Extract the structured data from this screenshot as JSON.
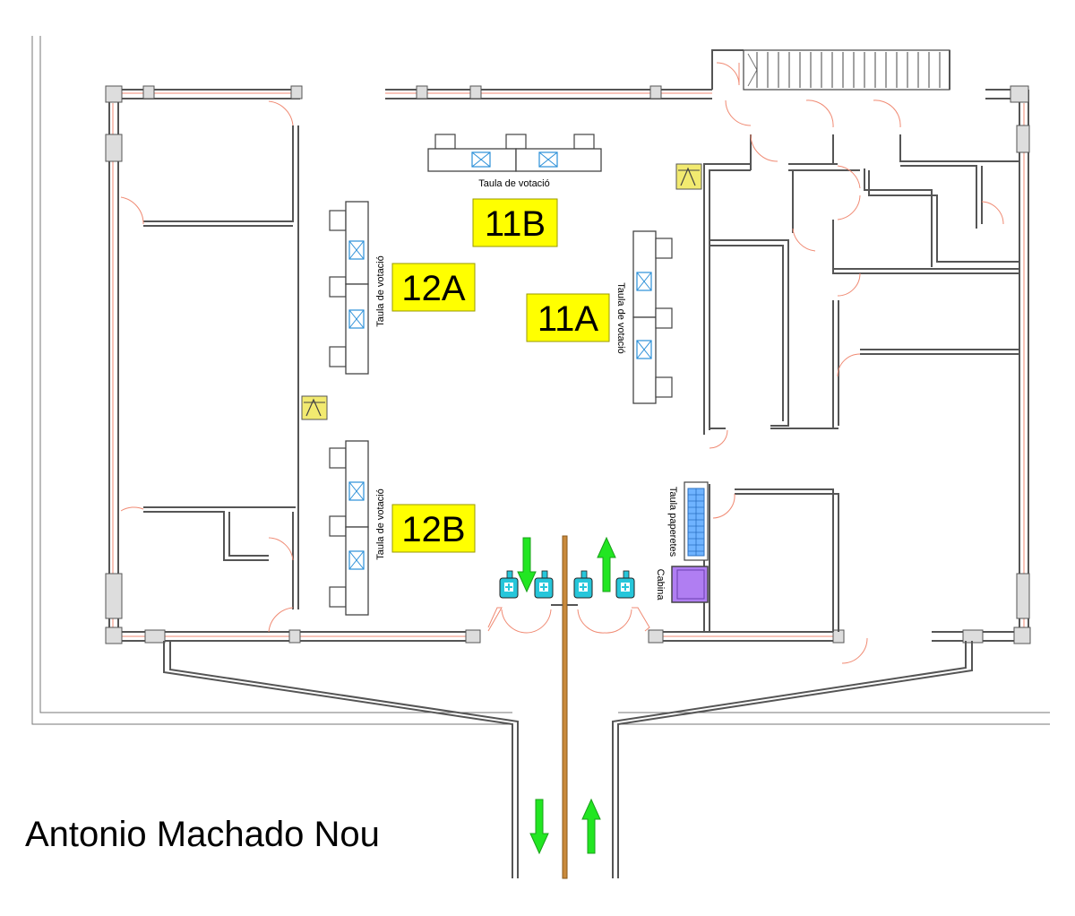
{
  "title": "Antonio Machado Nou",
  "stations": [
    {
      "id": "11B",
      "label": "11B"
    },
    {
      "id": "12A",
      "label": "12A"
    },
    {
      "id": "11A",
      "label": "11A"
    },
    {
      "id": "12B",
      "label": "12B"
    }
  ],
  "table_label": "Taula de votació",
  "ballot_table_label": "Taula paperetes",
  "booth_label": "Cabina",
  "colors": {
    "station_label": "#ffff00",
    "arrow": "#22e622",
    "booth": "#b07ef2",
    "ballot_rack": "#6fb3ff",
    "door": "#f08a73",
    "sanitizer": "#26c6da",
    "bin": "#f2ea70"
  },
  "icons": [
    "hand-sanitizer-icon",
    "flow-arrow-icon",
    "trash-bin-icon"
  ]
}
